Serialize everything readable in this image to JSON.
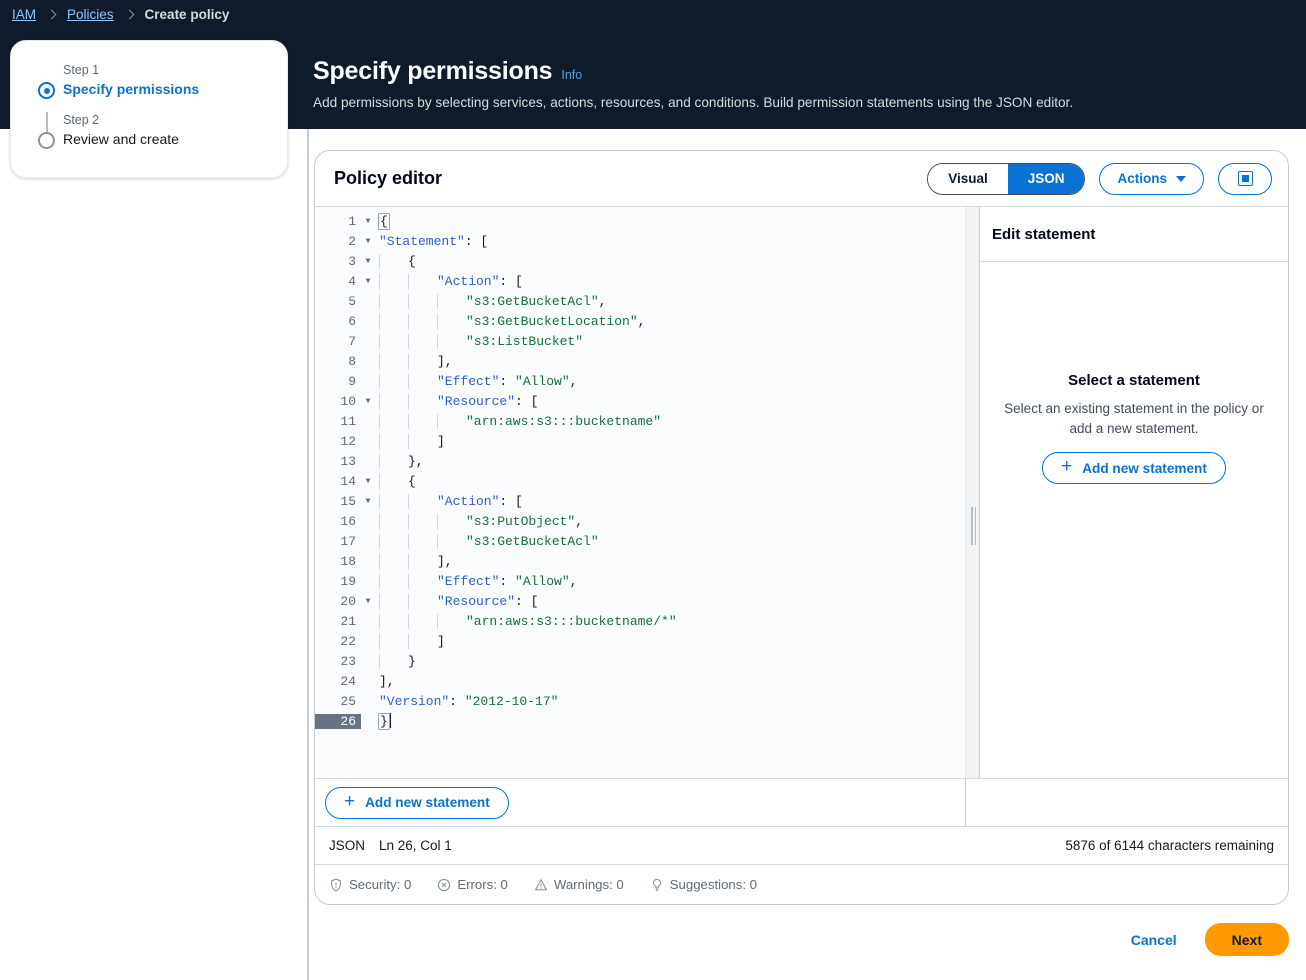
{
  "breadcrumb": {
    "items": [
      {
        "label": "IAM",
        "link": true
      },
      {
        "label": "Policies",
        "link": true
      },
      {
        "label": "Create policy",
        "link": false
      }
    ]
  },
  "wizard": {
    "steps": [
      {
        "step_label": "Step 1",
        "name": "Specify permissions",
        "active": true
      },
      {
        "step_label": "Step 2",
        "name": "Review and create",
        "active": false
      }
    ]
  },
  "page": {
    "title": "Specify permissions",
    "info_label": "Info",
    "description": "Add permissions by selecting services, actions, resources, and conditions. Build permission statements using the JSON editor."
  },
  "editor": {
    "title": "Policy editor",
    "segmented": {
      "visual": "Visual",
      "json": "JSON",
      "selected": "JSON"
    },
    "actions_label": "Actions",
    "maximize_icon": "maximize-icon",
    "add_statement_label": "Add new statement",
    "code_lines": [
      {
        "n": 1,
        "fold": true,
        "indent": 0,
        "tokens": [
          {
            "t": "p",
            "v": "{"
          }
        ],
        "cursor_start": true
      },
      {
        "n": 2,
        "fold": true,
        "indent": 0,
        "tokens": [
          {
            "t": "k",
            "v": "\"Statement\""
          },
          {
            "t": "p",
            "v": ": ["
          }
        ]
      },
      {
        "n": 3,
        "fold": true,
        "indent": 1,
        "tokens": [
          {
            "t": "p",
            "v": "{"
          }
        ]
      },
      {
        "n": 4,
        "fold": true,
        "indent": 2,
        "tokens": [
          {
            "t": "k",
            "v": "\"Action\""
          },
          {
            "t": "p",
            "v": ": ["
          }
        ]
      },
      {
        "n": 5,
        "fold": false,
        "indent": 3,
        "tokens": [
          {
            "t": "s",
            "v": "\"s3:GetBucketAcl\""
          },
          {
            "t": "p",
            "v": ","
          }
        ]
      },
      {
        "n": 6,
        "fold": false,
        "indent": 3,
        "tokens": [
          {
            "t": "s",
            "v": "\"s3:GetBucketLocation\""
          },
          {
            "t": "p",
            "v": ","
          }
        ]
      },
      {
        "n": 7,
        "fold": false,
        "indent": 3,
        "tokens": [
          {
            "t": "s",
            "v": "\"s3:ListBucket\""
          }
        ]
      },
      {
        "n": 8,
        "fold": false,
        "indent": 2,
        "tokens": [
          {
            "t": "p",
            "v": "],"
          }
        ]
      },
      {
        "n": 9,
        "fold": false,
        "indent": 2,
        "tokens": [
          {
            "t": "k",
            "v": "\"Effect\""
          },
          {
            "t": "p",
            "v": ": "
          },
          {
            "t": "s",
            "v": "\"Allow\""
          },
          {
            "t": "p",
            "v": ","
          }
        ]
      },
      {
        "n": 10,
        "fold": true,
        "indent": 2,
        "tokens": [
          {
            "t": "k",
            "v": "\"Resource\""
          },
          {
            "t": "p",
            "v": ": ["
          }
        ]
      },
      {
        "n": 11,
        "fold": false,
        "indent": 3,
        "tokens": [
          {
            "t": "s",
            "v": "\"arn:aws:s3:::bucketname\""
          }
        ]
      },
      {
        "n": 12,
        "fold": false,
        "indent": 2,
        "tokens": [
          {
            "t": "p",
            "v": "]"
          }
        ]
      },
      {
        "n": 13,
        "fold": false,
        "indent": 1,
        "tokens": [
          {
            "t": "p",
            "v": "},"
          }
        ]
      },
      {
        "n": 14,
        "fold": true,
        "indent": 1,
        "tokens": [
          {
            "t": "p",
            "v": "{"
          }
        ]
      },
      {
        "n": 15,
        "fold": true,
        "indent": 2,
        "tokens": [
          {
            "t": "k",
            "v": "\"Action\""
          },
          {
            "t": "p",
            "v": ": ["
          }
        ]
      },
      {
        "n": 16,
        "fold": false,
        "indent": 3,
        "tokens": [
          {
            "t": "s",
            "v": "\"s3:PutObject\""
          },
          {
            "t": "p",
            "v": ","
          }
        ]
      },
      {
        "n": 17,
        "fold": false,
        "indent": 3,
        "tokens": [
          {
            "t": "s",
            "v": "\"s3:GetBucketAcl\""
          }
        ]
      },
      {
        "n": 18,
        "fold": false,
        "indent": 2,
        "tokens": [
          {
            "t": "p",
            "v": "],"
          }
        ]
      },
      {
        "n": 19,
        "fold": false,
        "indent": 2,
        "tokens": [
          {
            "t": "k",
            "v": "\"Effect\""
          },
          {
            "t": "p",
            "v": ": "
          },
          {
            "t": "s",
            "v": "\"Allow\""
          },
          {
            "t": "p",
            "v": ","
          }
        ]
      },
      {
        "n": 20,
        "fold": true,
        "indent": 2,
        "tokens": [
          {
            "t": "k",
            "v": "\"Resource\""
          },
          {
            "t": "p",
            "v": ": ["
          }
        ]
      },
      {
        "n": 21,
        "fold": false,
        "indent": 3,
        "tokens": [
          {
            "t": "s",
            "v": "\"arn:aws:s3:::bucketname/*\""
          }
        ]
      },
      {
        "n": 22,
        "fold": false,
        "indent": 2,
        "tokens": [
          {
            "t": "p",
            "v": "]"
          }
        ]
      },
      {
        "n": 23,
        "fold": false,
        "indent": 1,
        "tokens": [
          {
            "t": "p",
            "v": "}"
          }
        ]
      },
      {
        "n": 24,
        "fold": false,
        "indent": 0,
        "tokens": [
          {
            "t": "p",
            "v": "],"
          }
        ]
      },
      {
        "n": 25,
        "fold": false,
        "indent": 0,
        "tokens": [
          {
            "t": "k",
            "v": "\"Version\""
          },
          {
            "t": "p",
            "v": ": "
          },
          {
            "t": "s",
            "v": "\"2012-10-17\""
          }
        ]
      },
      {
        "n": 26,
        "fold": false,
        "indent": 0,
        "tokens": [
          {
            "t": "p",
            "v": "}"
          }
        ],
        "active": true,
        "cursor": true
      }
    ],
    "status": {
      "language": "JSON",
      "position": "Ln 26, Col 1",
      "characters": "5876 of 6144 characters remaining"
    },
    "diagnostics": [
      {
        "icon": "shield-icon",
        "label": "Security: 0"
      },
      {
        "icon": "error-icon",
        "label": "Errors: 0"
      },
      {
        "icon": "warning-icon",
        "label": "Warnings: 0"
      },
      {
        "icon": "suggestion-icon",
        "label": "Suggestions: 0"
      }
    ]
  },
  "side_panel": {
    "header": "Edit statement",
    "empty_title": "Select a statement",
    "empty_desc": "Select an existing statement in the policy or add a new statement.",
    "add_button": "Add new statement"
  },
  "footer": {
    "cancel": "Cancel",
    "next": "Next"
  },
  "colors": {
    "header_bg": "#0f1b2a",
    "accent_blue": "#0972d3",
    "link_blue": "#8cc8ff",
    "next_orange": "#ff9900",
    "json_string": "#14713a",
    "json_key": "#2f5fc7"
  }
}
